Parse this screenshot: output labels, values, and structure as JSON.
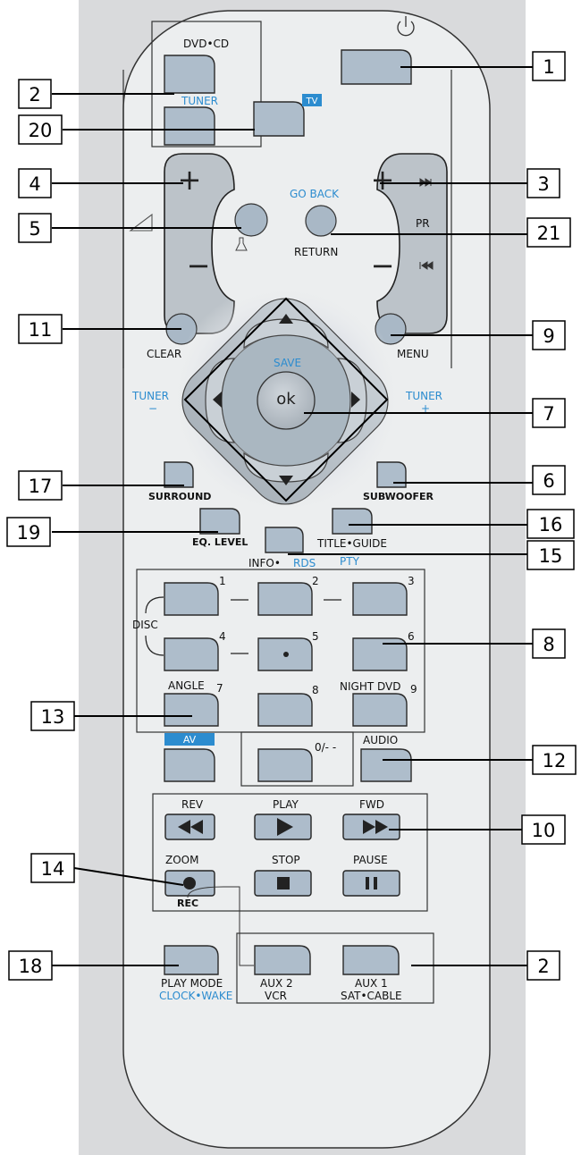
{
  "buttons": {
    "dvd_cd": "DVD•CD",
    "tuner_top": "TUNER",
    "tv_badge": "TV",
    "go_back": "GO BACK",
    "return": "RETURN",
    "pr": "PR",
    "plus": "+",
    "minus": "−",
    "clear": "CLEAR",
    "menu": "MENU",
    "save": "SAVE",
    "ok": "ok",
    "tuner_minus_label": "TUNER",
    "tuner_minus_sign": "−",
    "tuner_plus_label": "TUNER",
    "tuner_plus_sign": "+",
    "surround": "SURROUND",
    "subwoofer": "SUBWOOFER",
    "eq_level": "EQ. LEVEL",
    "title_guide": "TITLE•GUIDE",
    "pty": "PTY",
    "info": "INFO•",
    "rds": "RDS",
    "disc": "DISC",
    "n1": "1",
    "n2": "2",
    "n3": "3",
    "n4": "4",
    "n5": "5",
    "n6": "6",
    "n7": "7",
    "n8": "8",
    "n9": "9",
    "angle": "ANGLE",
    "night_dvd": "NIGHT DVD",
    "av_badge": "AV",
    "zero": "0/- -",
    "audio": "AUDIO",
    "rev": "REV",
    "play": "PLAY",
    "fwd": "FWD",
    "zoom": "ZOOM",
    "stop": "STOP",
    "pause": "PAUSE",
    "rec": "REC",
    "play_mode": "PLAY MODE",
    "clock_wake": "CLOCK•WAKE",
    "aux2": "AUX 2",
    "vcr": "VCR",
    "aux1": "AUX 1",
    "sat_cable": "SAT•CABLE"
  },
  "callouts": [
    "1",
    "2",
    "20",
    "4",
    "3",
    "5",
    "21",
    "11",
    "9",
    "7",
    "17",
    "6",
    "19",
    "16",
    "15",
    "8",
    "13",
    "12",
    "10",
    "14",
    "18",
    "2"
  ],
  "colors": {
    "remote_body": "#eceeef",
    "button_gray": "#aebdcb",
    "accent_blue": "#2c8ccf",
    "badge_blue": "#2c8ccf"
  }
}
